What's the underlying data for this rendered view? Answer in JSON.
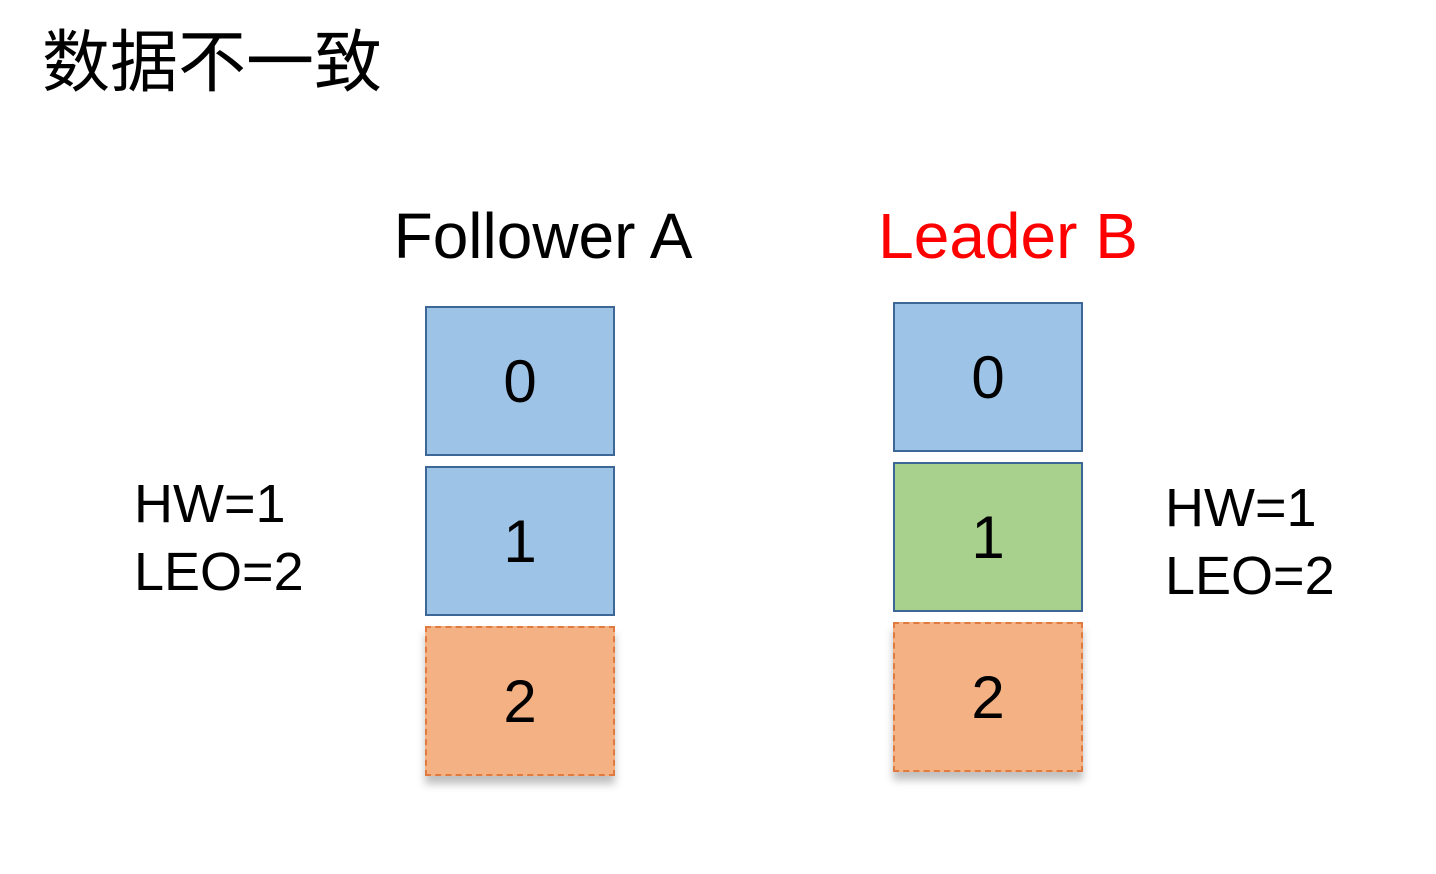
{
  "title": "数据不一致",
  "follower": {
    "heading": "Follower A",
    "heading_color": "#000000",
    "hw": "HW=1",
    "leo": "LEO=2",
    "entries": [
      {
        "label": "0",
        "color": "#9dc3e6",
        "state": "committed"
      },
      {
        "label": "1",
        "color": "#9dc3e6",
        "state": "committed"
      },
      {
        "label": "2",
        "color": "#f4b183",
        "state": "uncommitted"
      }
    ]
  },
  "leader": {
    "heading": "Leader B",
    "heading_color": "#ff0000",
    "hw": "HW=1",
    "leo": "LEO=2",
    "entries": [
      {
        "label": "0",
        "color": "#9dc3e6",
        "state": "committed"
      },
      {
        "label": "1",
        "color": "#a9d18e",
        "state": "committed"
      },
      {
        "label": "2",
        "color": "#f4b183",
        "state": "uncommitted"
      }
    ]
  }
}
